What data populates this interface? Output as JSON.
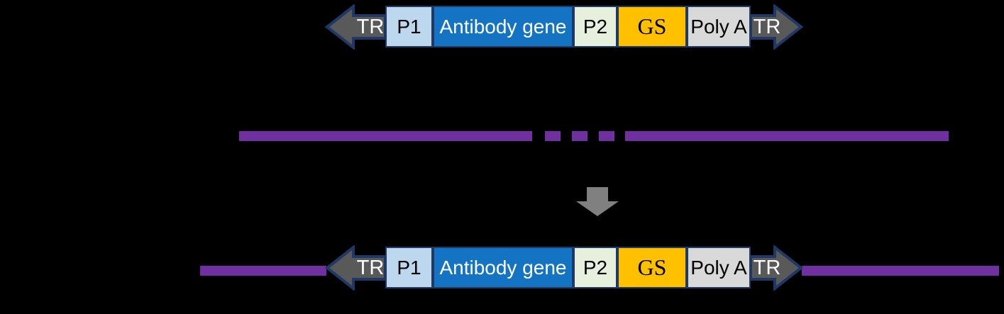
{
  "figure": {
    "description": "Transposon-mediated integration of an antibody-gene expression cassette into genomic DNA",
    "colors": {
      "background": "#000000",
      "genome_line": "#7030A0",
      "tr_arrow_fill": "#595959",
      "tr_arrow_border": "#1F3864",
      "tr_text": "#FFFFFF",
      "down_arrow": "#808080",
      "p1_fill": "#BDD7EE",
      "antibody_fill": "#1573C4",
      "p2_fill": "#E6F0DC",
      "gs_fill": "#FFC000",
      "polya_fill": "#D9D9D9",
      "box_border": "#1F3864"
    },
    "construct": {
      "tr_label": "TR",
      "segments": [
        {
          "label": "P1",
          "fill": "#BDD7EE",
          "text_color": "#000000"
        },
        {
          "label": "Antibody gene",
          "fill": "#1573C4",
          "text_color": "#FFFFFF"
        },
        {
          "label": "P2",
          "fill": "#E6F0DC",
          "text_color": "#000000"
        },
        {
          "label": "GS",
          "fill": "#FFC000",
          "text_color": "#000000"
        },
        {
          "label": "Poly A",
          "fill": "#D9D9D9",
          "text_color": "#000000"
        }
      ]
    },
    "genome_line": {
      "style": "solid with three short dashes in the middle (break in genomic DNA)",
      "color": "#7030A0"
    },
    "integration_arrow": {
      "direction": "down",
      "color": "#808080"
    }
  }
}
